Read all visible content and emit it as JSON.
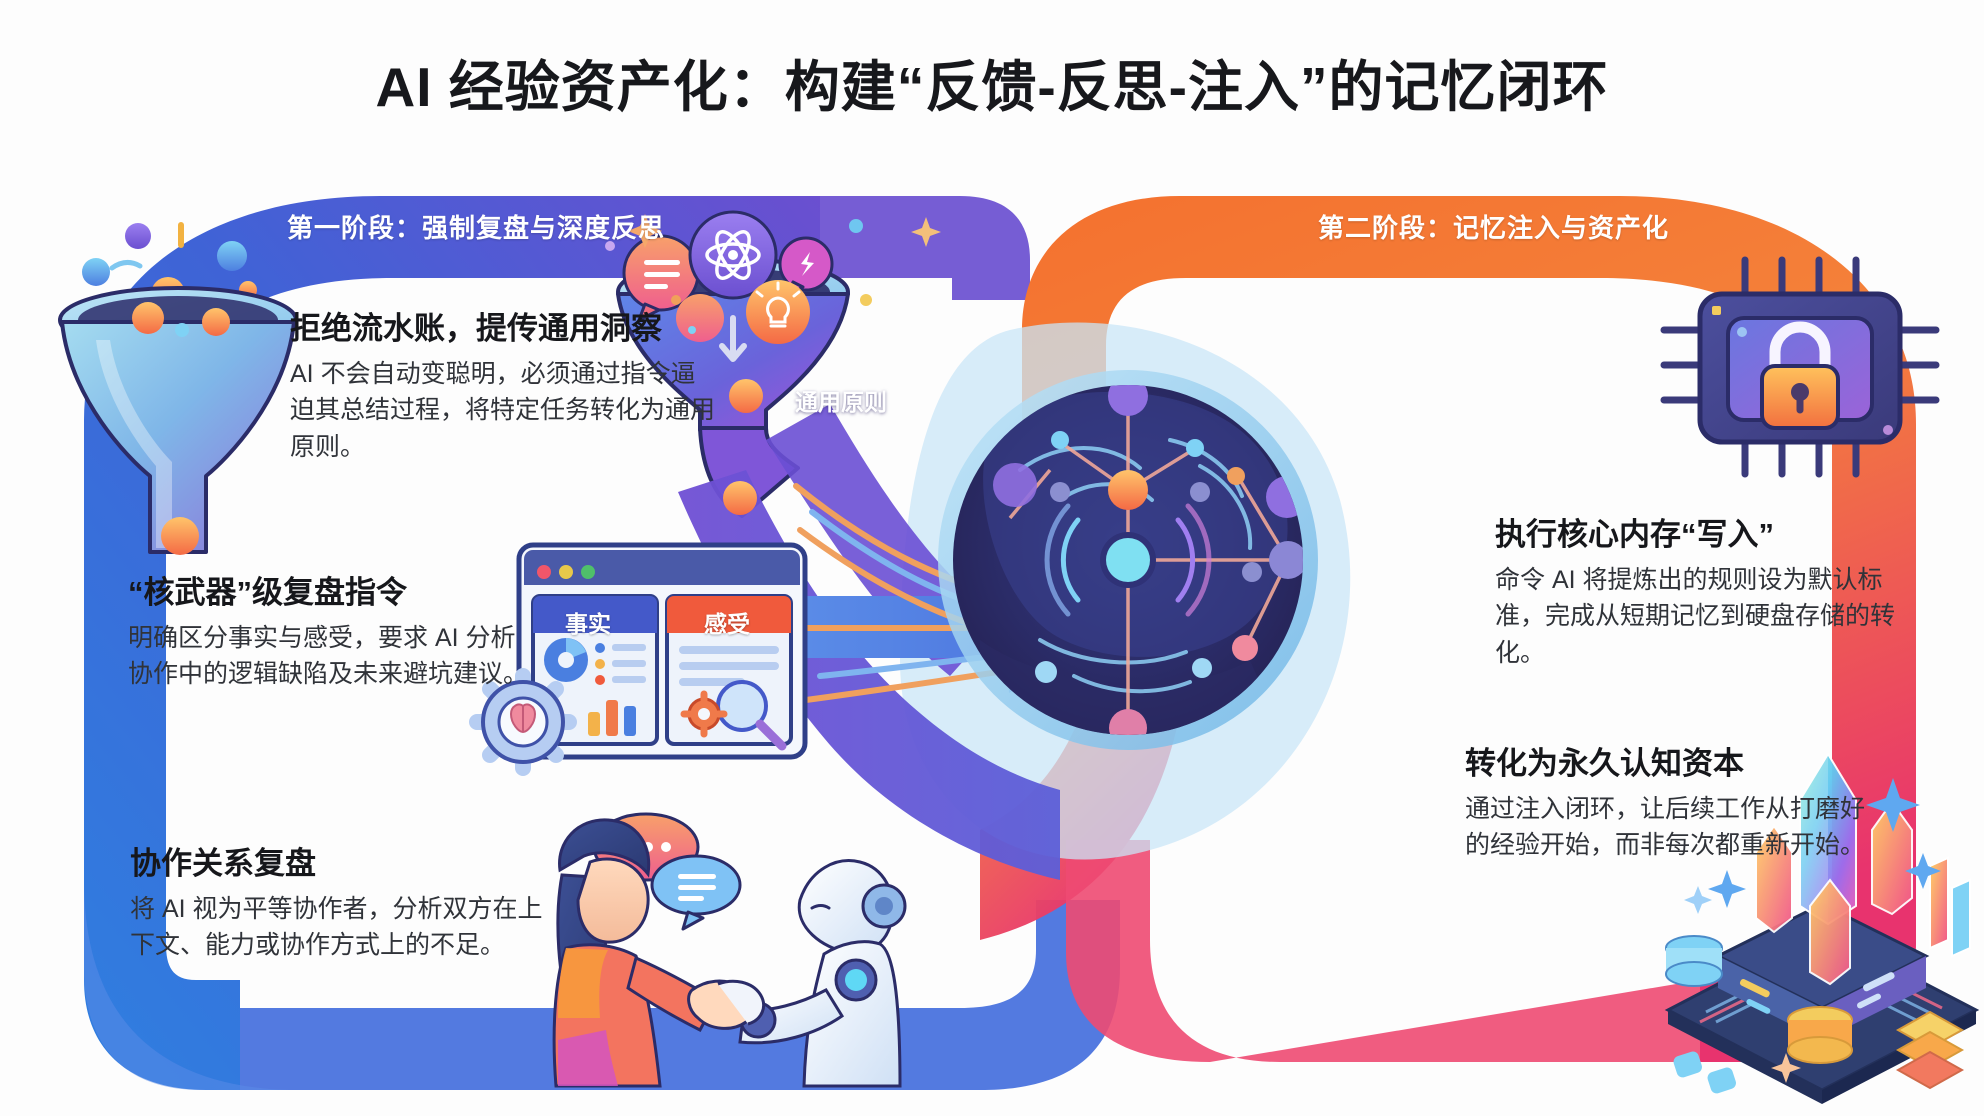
{
  "title": "AI 经验资产化：构建“反馈-反思-注入”的记忆闭环",
  "stages": [
    {
      "id": "stage-1",
      "label": "第一阶段：强制复盘与深度反思",
      "accent": "#3f63d6"
    },
    {
      "id": "stage-2",
      "label": "第二阶段：记忆注入与资产化",
      "accent": "#f2713a"
    }
  ],
  "blocks": [
    {
      "id": "reject-running-account",
      "heading": "拒绝流水账，提传通用洞察",
      "body": "AI 不会自动变聪明，必须通过指令逼迫其总结过程，将特定任务转化为通用原则。"
    },
    {
      "id": "nuclear-review-command",
      "heading": "“核武器”级复盘指令",
      "body": "明确区分事实与感受，要求 AI 分析协作中的逻辑缺陷及未来避坑建议。"
    },
    {
      "id": "collaboration-review",
      "heading": "协作关系复盘",
      "body": "将 AI 视为平等协作者，分析双方在上下文、能力或协作方式上的不足。"
    },
    {
      "id": "core-memory-write",
      "heading": "执行核心内存“写入”",
      "body": "命令 AI 将提炼出的规则设为默认标准，完成从短期记忆到硬盘存储的转化。"
    },
    {
      "id": "permanent-cognitive-capital",
      "heading": "转化为永久认知资本",
      "body": "通过注入闭环，让后续工作从打磨好的经验开始，而非每次都重新开始。"
    }
  ],
  "funnel": {
    "label": "通用原则",
    "icons": [
      "chat-bubble-icon",
      "atom-icon",
      "spark-bubble-icon",
      "lightbulb-icon"
    ]
  },
  "browser_card": {
    "tabs": [
      {
        "label": "事实",
        "color": "#4459c9"
      },
      {
        "label": "感受",
        "color": "#f05a3c"
      }
    ],
    "icons": [
      "pie-chart-icon",
      "bar-chart-icon",
      "magnifier-icon",
      "gear-brain-icon"
    ]
  },
  "illustrations": [
    {
      "id": "funnel-left-icon",
      "name": "funnel-icon"
    },
    {
      "id": "funnel-top-icon",
      "name": "funnel-ideas-icon"
    },
    {
      "id": "brain-network-icon",
      "name": "brain-network-icon"
    },
    {
      "id": "chip-lock-icon",
      "name": "chip-lock-icon"
    },
    {
      "id": "handshake-icon",
      "name": "human-robot-handshake-icon"
    },
    {
      "id": "crystal-asset-icon",
      "name": "crystal-data-asset-icon"
    }
  ],
  "colors": {
    "stage1_start": "#2f7fe0",
    "stage1_end": "#6a4fd0",
    "stage2_start": "#f4712f",
    "stage2_end": "#e8336e",
    "ink": "#16171b",
    "body_text": "#303339",
    "accent_orange": "#f6943a",
    "accent_blue": "#4e7fe8",
    "brain_dark": "#2a2a63"
  }
}
